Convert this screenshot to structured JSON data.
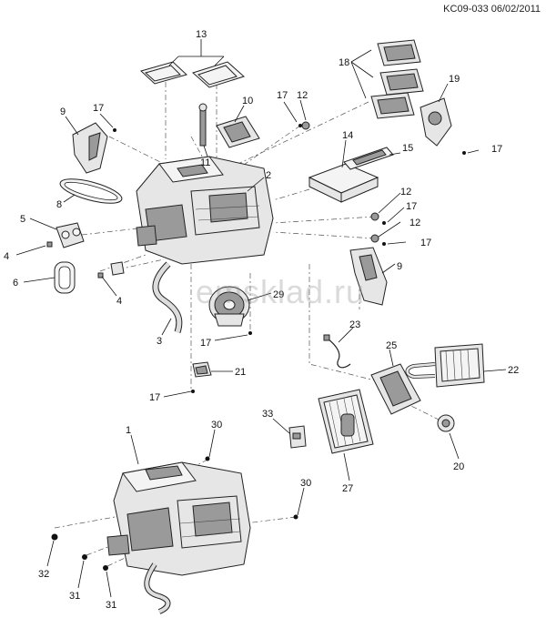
{
  "reference_code": "KC09-033 06/02/2011",
  "watermark": "emsklad.ru",
  "callouts": {
    "c13": "13",
    "c18": "18",
    "c19": "19",
    "c9a": "9",
    "c17a": "17",
    "c10": "10",
    "c17b": "17",
    "c12a": "12",
    "c14": "14",
    "c15": "15",
    "c17c": "17",
    "c11": "11",
    "c2": "2",
    "c8": "8",
    "c12b": "12",
    "c17d": "17",
    "c12c": "12",
    "c17e": "17",
    "c5": "5",
    "c4a": "4",
    "c9b": "9",
    "c6": "6",
    "c4b": "4",
    "c29": "29",
    "c3": "3",
    "c17f": "17",
    "c23": "23",
    "c25": "25",
    "c22": "22",
    "c21": "21",
    "c17g": "17",
    "c33": "33",
    "c20": "20",
    "c27": "27",
    "c1": "1",
    "c30a": "30",
    "c30b": "30",
    "c32": "32",
    "c31a": "31",
    "c31b": "31"
  }
}
